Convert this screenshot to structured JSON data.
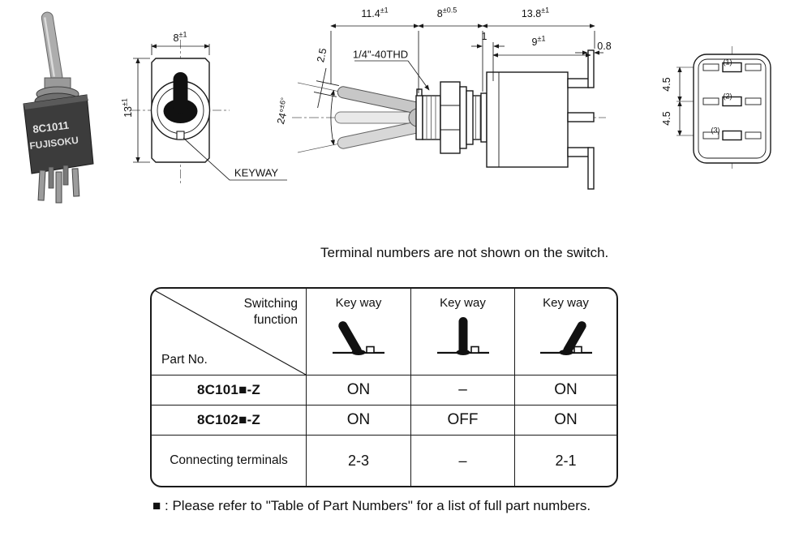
{
  "page": {
    "terminal_note": "Terminal numbers are not shown on the switch."
  },
  "photo": {
    "label_line1": "8C1011",
    "label_line2": "FUJISOKU"
  },
  "front_view": {
    "dim_width": {
      "value": "8",
      "tol": "±1"
    },
    "dim_height": {
      "value": "13",
      "tol": "±1"
    },
    "keyway_label": "KEYWAY"
  },
  "side_view": {
    "dim_lever_length": {
      "value": "11.4",
      "tol": "±1"
    },
    "dim_bushing_length": {
      "value": "8",
      "tol": "±0.5"
    },
    "dim_body_length": {
      "value": "13.8",
      "tol": "±1"
    },
    "dim_offset": {
      "value": "1",
      "tol": ""
    },
    "dim_terminal_span": {
      "value": "9",
      "tol": "±1"
    },
    "dim_terminal_thickness": {
      "value": "0.8",
      "tol": ""
    },
    "dim_lever_dia": {
      "value": "2.5",
      "tol": ""
    },
    "dim_throw_angle": {
      "value": "24°",
      "tol": "±6°"
    },
    "thread_label": "1/4\"-40THD"
  },
  "terminal_view": {
    "dim_pitch_top": {
      "value": "4.5",
      "tol": ""
    },
    "dim_pitch_bottom": {
      "value": "4.5",
      "tol": ""
    },
    "terminal_labels": [
      "(1)",
      "(2)",
      "(3)"
    ]
  },
  "table": {
    "header": {
      "switching_function": "Switching function",
      "part_no": "Part No.",
      "keyway_labels": [
        "Key way",
        "Key way",
        "Key way"
      ]
    },
    "rows": [
      {
        "part": "8C101■-Z",
        "pos1": "ON",
        "pos2": "–",
        "pos3": "ON"
      },
      {
        "part": "8C102■-Z",
        "pos1": "ON",
        "pos2": "OFF",
        "pos3": "ON"
      },
      {
        "part": "Connecting terminals",
        "pos1": "2-3",
        "pos2": "–",
        "pos3": "2-1"
      }
    ]
  },
  "footnote": {
    "symbol": "■",
    "text": ": Please refer to \"Table of Part Numbers\" for a list of full part numbers."
  }
}
